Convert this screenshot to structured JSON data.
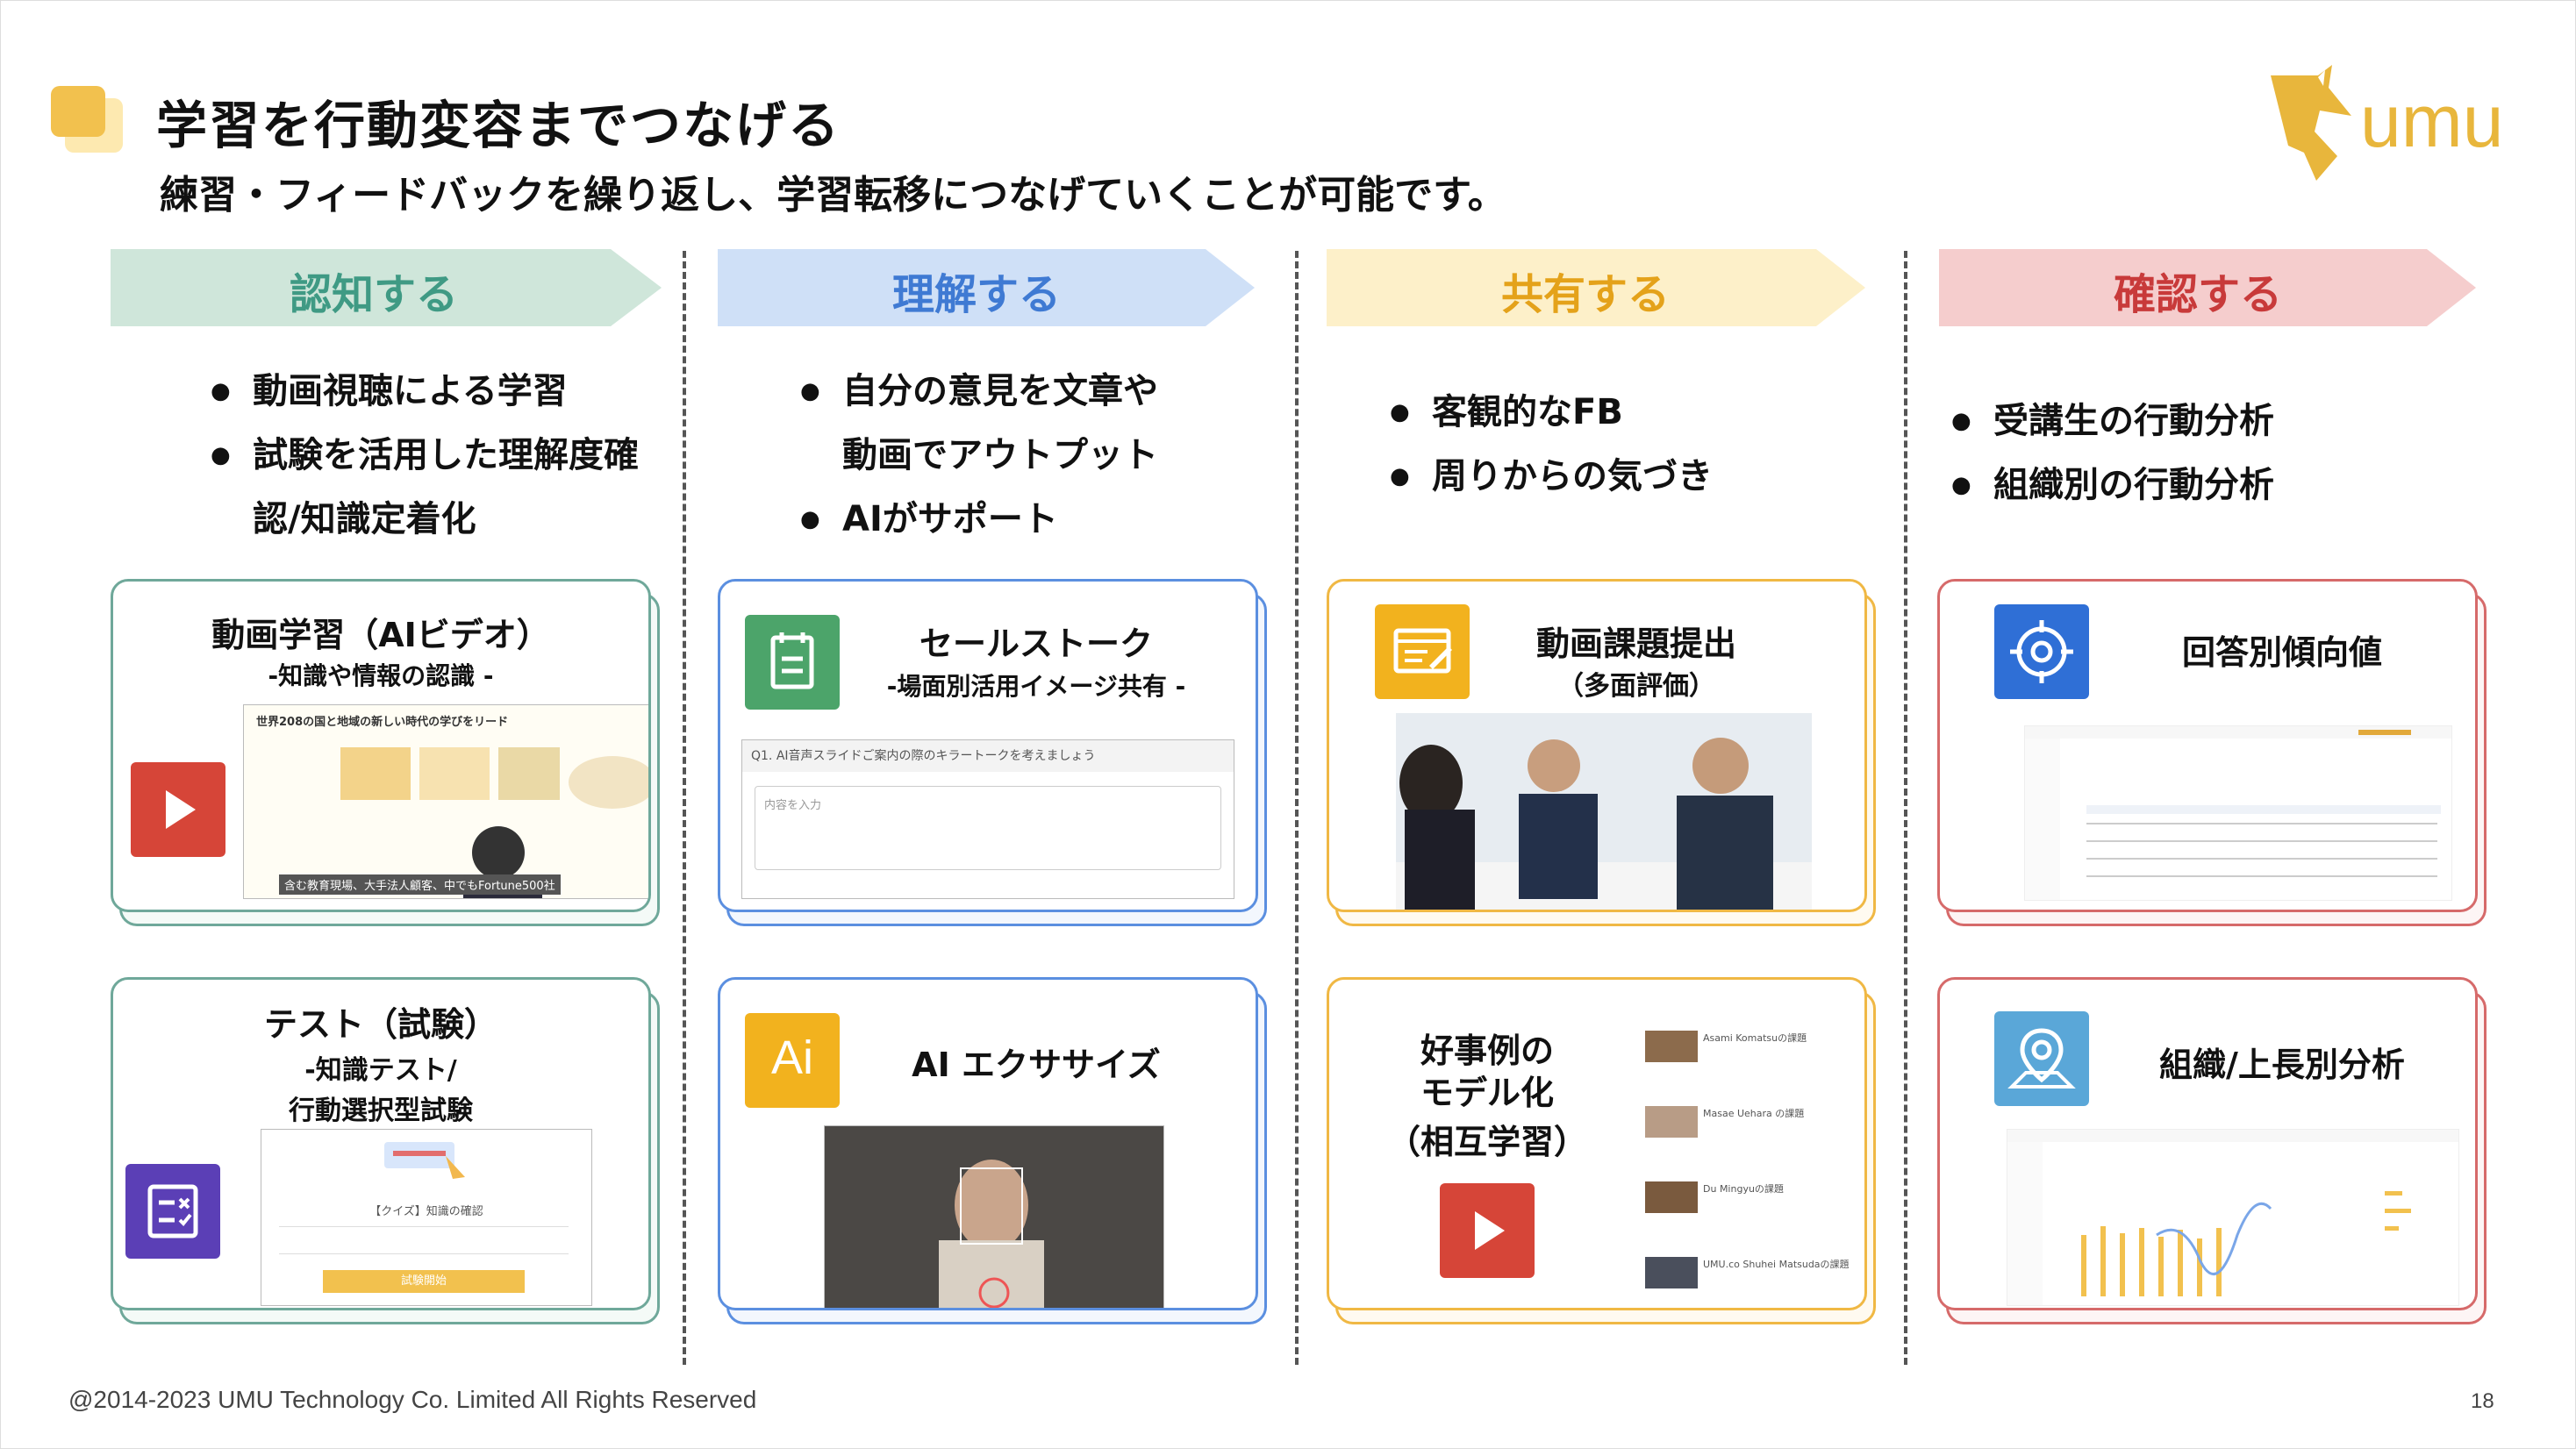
{
  "title": "学習を行動変容までつなげる",
  "subtitle": "練習・フィードバックを繰り返し、学習転移につなげていくことが可能です。",
  "logo_text": "umu",
  "colors": {
    "accent": "#f2c14e",
    "green": "#c9e4d6",
    "blue": "#c8dcf6",
    "yellow": "#fdefc6",
    "red": "#f4cbcb"
  },
  "columns": [
    {
      "heading": "認知する",
      "bullets": [
        "動画視聴による学習",
        "試験を活用した理解度確",
        "認/知識定着化"
      ],
      "card1": {
        "title": "動画学習（AIビデオ）",
        "sub": "-知識や情報の認識 -",
        "shot_caption": "世界208の国と地域の新しい時代の学びをリード",
        "shot_footer": "含む教育現場、大手法人顧客、中でもFortune500社"
      },
      "card2": {
        "title": "テスト（試験）",
        "sub1": "-知識テスト/",
        "sub2": "行動選択型試験",
        "shot_text": "【クイズ】知識の確認",
        "shot_button": "試験開始"
      }
    },
    {
      "heading": "理解する",
      "bullets": [
        "自分の意見を文章や",
        "動画でアウトプット",
        "AIがサポート"
      ],
      "card1": {
        "title": "セールストーク",
        "sub": "-場面別活用イメージ共有 -",
        "question": "Q1. AI音声スライドご案内の際のキラートークを考えましょう",
        "placeholder": "内容を入力"
      },
      "card2": {
        "title": "AI エクササイズ",
        "icon_text": "Ai"
      }
    },
    {
      "heading": "共有する",
      "bullets": [
        "客観的なFB",
        "周りからの気づき"
      ],
      "card1": {
        "title": "動画課題提出",
        "sub": "（多面評価）"
      },
      "card2": {
        "title1": "好事例の",
        "title2": "モデル化",
        "title3": "（相互学習）",
        "items": [
          "Asami Komatsuの課題",
          "Masae Uehara の課題",
          "Du Mingyuの課題",
          "UMU.co Shuhei Matsudaの課題"
        ]
      }
    },
    {
      "heading": "確認する",
      "bullets": [
        "受講生の行動分析",
        "組織別の行動分析"
      ],
      "card1": {
        "title": "回答別傾向値"
      },
      "card2": {
        "title": "組織/上長別分析"
      }
    }
  ],
  "footer": "@2014-2023 UMU  Technology Co. Limited All Rights Reserved",
  "page_number": "18"
}
